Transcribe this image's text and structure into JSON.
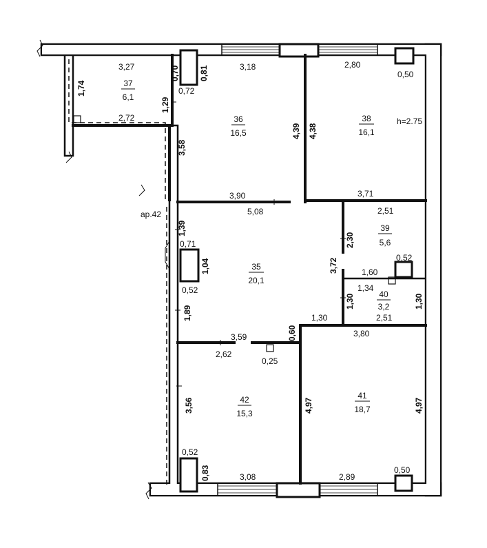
{
  "rooms": [
    {
      "id": "37",
      "number": "37",
      "area": "6,1"
    },
    {
      "id": "36",
      "number": "36",
      "area": "16,5"
    },
    {
      "id": "38",
      "number": "38",
      "area": "16,1"
    },
    {
      "id": "35",
      "number": "35",
      "area": "20,1"
    },
    {
      "id": "39",
      "number": "39",
      "area": "5,6"
    },
    {
      "id": "40",
      "number": "40",
      "area": "3,2"
    },
    {
      "id": "42",
      "number": "42",
      "area": "15,3"
    },
    {
      "id": "41",
      "number": "41",
      "area": "18,7"
    }
  ],
  "ceiling_height": "h=2.75",
  "apartment_label": "ap.42",
  "dimensions": {
    "d_327": "3,27",
    "d_070": "0,70",
    "d_081": "0,81",
    "d_318": "3,18",
    "d_280": "2,80",
    "d_050_top": "0,50",
    "d_174": "1,74",
    "d_072": "0,72",
    "d_129": "1,29",
    "d_272": "2,72",
    "d_358": "3,58",
    "d_439": "4,39",
    "d_438": "4,38",
    "d_390": "3,90",
    "d_371": "3,71",
    "d_508": "5,08",
    "d_251_top": "2,51",
    "d_139": "1,39",
    "d_071": "0,71",
    "d_104": "1,04",
    "d_230": "2,30",
    "d_372": "3,72",
    "d_160": "1,60",
    "d_052_mid": "0,52",
    "d_134": "1,34",
    "d_052_left": "0,52",
    "d_130_left": "1,30",
    "d_130_right": "1,30",
    "d_130_bottom": "1,30",
    "d_251_bottom": "2,51",
    "d_189": "1,89",
    "d_060": "0,60",
    "d_380": "3,80",
    "d_359": "3,59",
    "d_262": "2,62",
    "d_025": "0,25",
    "d_356": "3,56",
    "d_497_left": "4,97",
    "d_497_right": "4,97",
    "d_052_bottom": "0,52",
    "d_083": "0,83",
    "d_308": "3,08",
    "d_289": "2,89",
    "d_050_bottom": "0,50"
  }
}
